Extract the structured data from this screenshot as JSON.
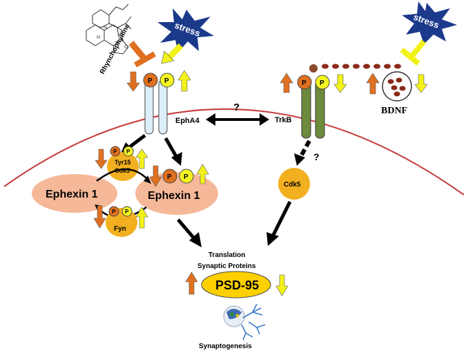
{
  "labels": {
    "rhynchophylline": "Rhynchophylline",
    "stress_left": "stress",
    "stress_right": "stress",
    "epha4": "EphA4",
    "trkb": "TrkB",
    "bdnf": "BDNF",
    "question_center": "?",
    "question_trkb": "?",
    "tyr15": "Tyr15",
    "cdk5_small": "Cdk5",
    "ephexin_left": "Ephexin 1",
    "ephexin_right": "Ephexin 1",
    "fyn": "Fyn",
    "cdk5_right": "Cdk5",
    "translation": "Translation",
    "synaptic_proteins": "Synaptic Proteins",
    "psd95": "PSD-95",
    "synaptogenesis": "Synaptogenesis",
    "p": "P"
  },
  "colors": {
    "orange_arrow": "#E07020",
    "yellow_arrow": "#F2F21A",
    "phospho_orange": "#E0701F",
    "phospho_yellow": "#F5F522",
    "ephexin_fill": "#F5B898",
    "kinase_fill": "#F2B020",
    "epha4_fill": "#DCEEFA",
    "trkb_fill": "#6E8B3D",
    "membrane": "#C83A3A",
    "stress_fill": "#1C3A8C",
    "bdnf_dot": "#8B2A1A",
    "psd95_fill": "#FFD000"
  }
}
